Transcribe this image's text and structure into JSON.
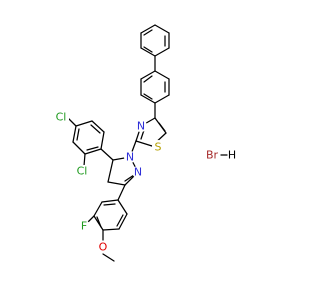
{
  "colors": {
    "bond": "#000000",
    "N": "#2f2fd8",
    "S": "#b5a000",
    "Cl": "#1f9a1f",
    "F": "#1f9a1f",
    "O": "#e00000",
    "Br": "#a52a2a",
    "H": "#000000"
  },
  "labels": {
    "n_thiazole": "N",
    "s_thiazole": "S",
    "n1_pyrazoline": "N",
    "n2_pyrazoline": "N",
    "cl_para": "Cl",
    "cl_ortho": "Cl",
    "f": "F",
    "o": "O",
    "salt_br": "Br",
    "salt_dash": "·",
    "salt_h": "H"
  }
}
